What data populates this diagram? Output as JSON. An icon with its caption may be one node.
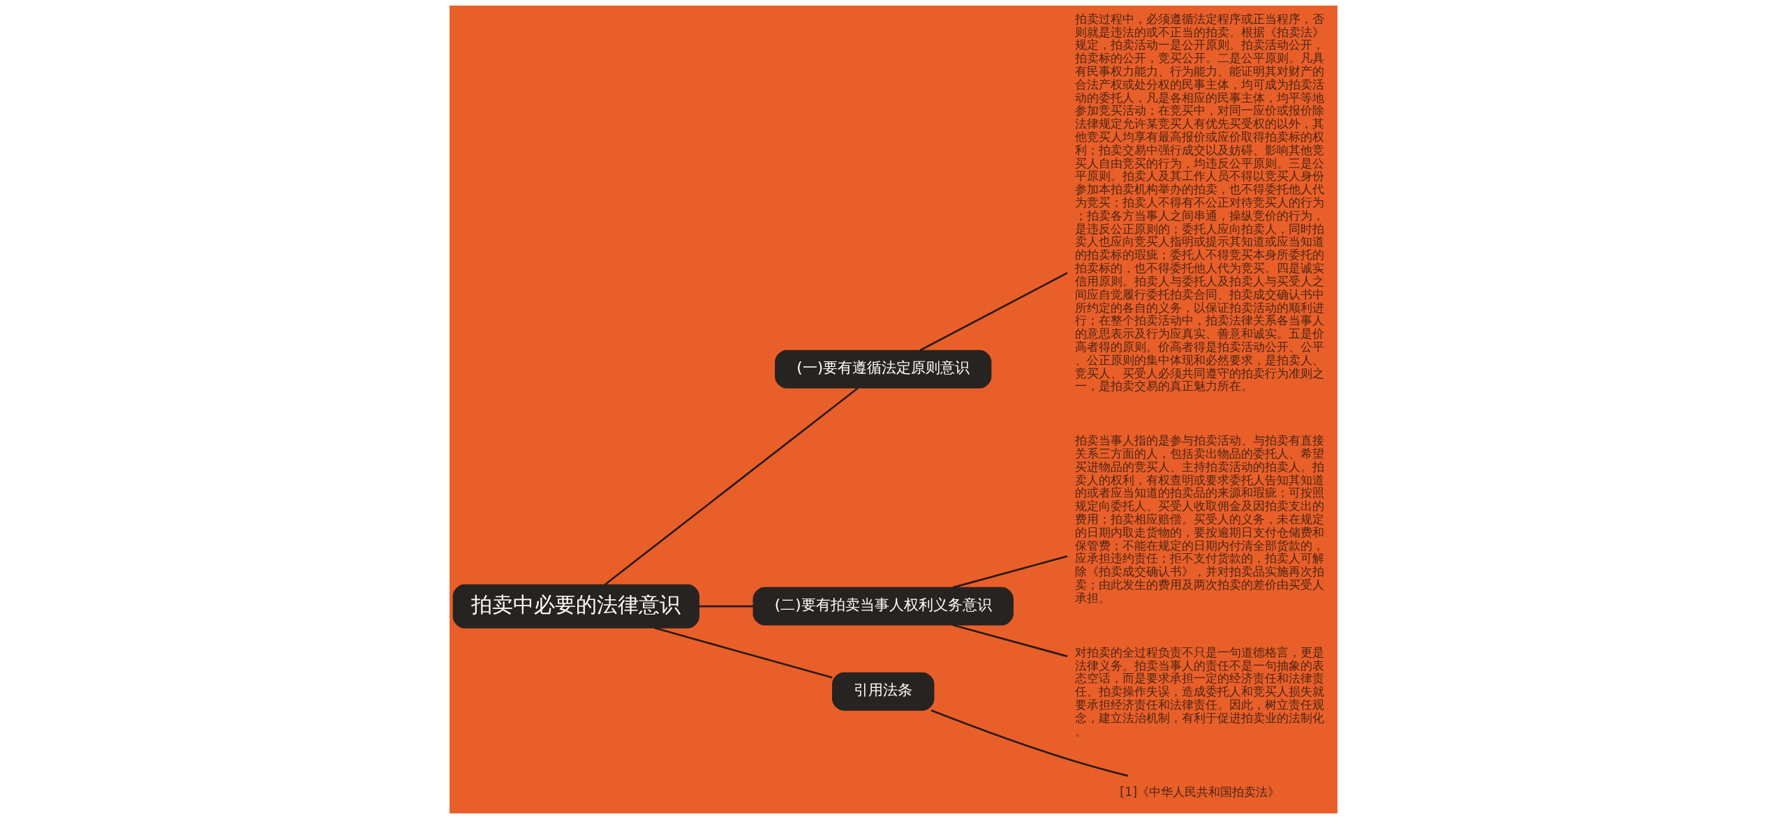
{
  "diagram": {
    "nodes": [
      {
        "text": [
          "拍卖中必要的法律意识"
        ]
      },
      {
        "text": [
          "(一)要有遵循法定原则意识"
        ]
      },
      {
        "text": [
          "拍卖过程中，必须遵循法定程序或正当程序，否则就是违法的或不正当的拍卖。根据《拍卖法》规定，拍卖活动一是公开原则。拍卖活动公开，拍卖标的公开，竞买公开。二是公平原则。凡具有民事权力能力、行为能力、能证明其对财产的合法产权或处分权的民事主体，均可成为拍卖活动的委托人，凡是各相应的民事主体，均平等地参加竞买活动；在竞买中，对同一应价或报价除法律规定允许某竞买人有优先买受权的以外，其他竞买人均享有最高报价或应价取得拍卖标的权利；拍卖交易中强行成交以及妨碍、影响其他竞买人自由竞买的行为，均违反公平原则。三是公平原则。拍卖人及其工作人员不得以竞买人身份参加本拍卖机构举办的拍卖，也不得委托他人代为竞买；拍卖人不得有不公正对待竞买人的行为；拍卖各方当事人之间串通，操纵竞价的行为，是违反公正原则的；委托人应向拍卖人，同时拍卖人也应向竞买人指明或提示其知道或应当知道的拍卖标的瑕疵；委托人不得竞买本身所委托的拍卖标的，也不得委托他人代为竞买。四是诚实信用原则。拍卖人与委托人及拍卖人与买受人之间应自觉履行委托拍卖合同、拍卖成交确认书中所约定的各自的义务，以保证拍卖活动的顺利进行；在整个拍卖活动中，拍卖法律关系各当事人的意思表示及行为应真实、善意和诚实。五是价高者得的原则。价高者得是拍卖活动公开、公平、公正原则的集中体现和必然要求，是拍卖人、竞买人、买受人必须共同遵守的拍卖行为准则之一，是拍卖交易的真正魅力所在。"
        ]
      },
      {
        "text": [
          "(二)要有拍卖当事人权利义务意识"
        ]
      },
      {
        "text": [
          "拍卖当事人指的是参与拍卖活动、与拍卖有直接关系三方面的人，包括卖出物品的委托人、希望买进物品的竞买人、主持拍卖活动的拍卖人。拍卖人的权利，有权查明或要求委托人告知其知道的或者应当知道的拍卖品的来源和瑕疵；可按照规定向委托人、买受人收取佣金及因拍卖支出的费用；拍卖相应赔偿。买受人的义务，未在规定的日期内取走货物的，要按逾期日支付仓储费和保管费；不能在规定的日期内付清全部货款的，应承担违约责任；拒不支付货款的，拍卖人可解除《拍卖成交确认书》，并对拍卖品实施再次拍卖；由此发生的费用及两次拍卖的差价由买受人承担。"
        ]
      },
      {
        "text": [
          "对拍卖的全过程负责不只是一句道德格言，更是法律义务。拍卖当事人的责任不是一句抽象的表态空话，而是要求承担一定的经济责任和法律责任。拍卖操作失误，造成委托人和竞买人损失就要承担经济责任和法律责任。因此，树立责任观念，建立法治机制，有利于促进拍卖业的法制化。"
        ]
      },
      {
        "text": [
          "引用法条"
        ]
      },
      {
        "text": [
          "[1]《中华人民共和国拍卖法》"
        ]
      }
    ],
    "edges": [
      {
        "from": 0,
        "to": 1,
        "arrow": "none"
      },
      {
        "from": 1,
        "to": 2,
        "arrow": "none"
      },
      {
        "from": 0,
        "to": 3,
        "arrow": "none"
      },
      {
        "from": 3,
        "to": 4,
        "arrow": "none"
      },
      {
        "from": 3,
        "to": 5,
        "arrow": "none"
      },
      {
        "from": 0,
        "to": 6,
        "arrow": "none"
      },
      {
        "from": 6,
        "to": 7,
        "arrow": "none"
      }
    ]
  }
}
